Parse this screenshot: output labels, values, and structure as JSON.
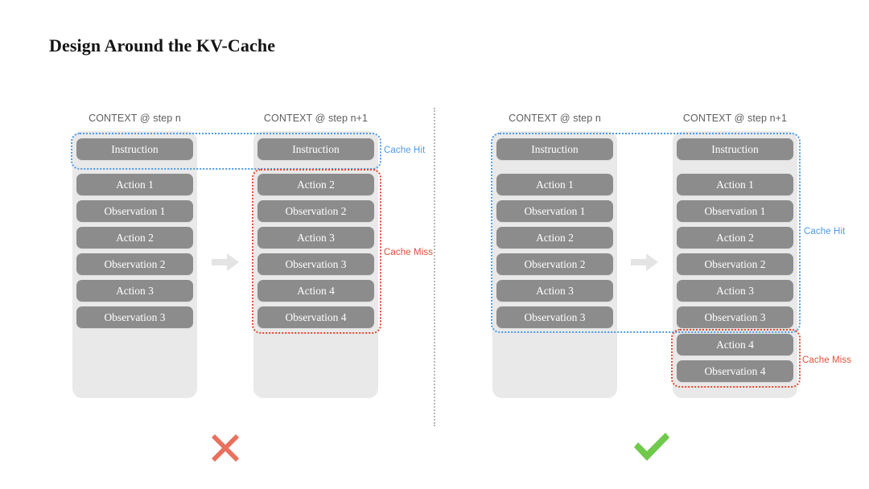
{
  "title": "Design Around the KV-Cache",
  "colors": {
    "token_fill": "#8c8c8c",
    "panel_fill": "#e9e9e9",
    "cache_hit": "#4c9be8",
    "cache_miss": "#e0513a",
    "cross": "#e8705c",
    "check": "#6fc94b",
    "divider": "#b9b9b9",
    "header_text": "#5e5e5e",
    "title_text": "#141414"
  },
  "labels": {
    "cache_hit": "Cache Hit",
    "cache_miss": "Cache Miss",
    "arrow_icon": "arrow-right-icon",
    "divider_icon": "vertical-dotted-divider"
  },
  "left_example": {
    "verdict": "✕",
    "verdict_icon": "cross-mark-icon",
    "columns": [
      {
        "header": "CONTEXT @ step n",
        "tokens": [
          "Instruction",
          "Action 1",
          "Observation 1",
          "Action 2",
          "Observation 2",
          "Action 3",
          "Observation 3"
        ]
      },
      {
        "header": "CONTEXT @ step n+1",
        "tokens": [
          "Instruction",
          "Action 2",
          "Observation 2",
          "Action 3",
          "Observation 3",
          "Action 4",
          "Observation 4"
        ]
      }
    ]
  },
  "right_example": {
    "verdict": "✓",
    "verdict_icon": "check-mark-icon",
    "columns": [
      {
        "header": "CONTEXT @ step n",
        "tokens": [
          "Instruction",
          "Action 1",
          "Observation 1",
          "Action 2",
          "Observation 2",
          "Action 3",
          "Observation 3"
        ]
      },
      {
        "header": "CONTEXT @ step n+1",
        "tokens": [
          "Instruction",
          "Action 1",
          "Observation 1",
          "Action 2",
          "Observation 2",
          "Action 3",
          "Observation 3",
          "Action 4",
          "Observation 4"
        ]
      }
    ]
  }
}
